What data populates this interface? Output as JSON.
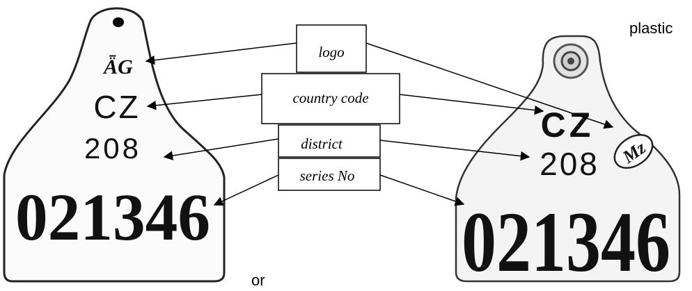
{
  "left_tag": {
    "logo_text": "ǞG",
    "country_code": "CZ",
    "district": "208",
    "series_no": "021346"
  },
  "right_tag": {
    "logo_text": "Mz",
    "country_code": "CZ",
    "district": "208",
    "series_no": "021346"
  },
  "labels": {
    "logo": "logo",
    "country_code": "country code",
    "district": "district",
    "series_no": "series No"
  },
  "annotations": {
    "plastic": "plastic",
    "or": "or"
  }
}
